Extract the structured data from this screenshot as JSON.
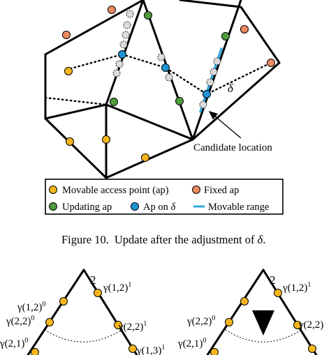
{
  "colors": {
    "movable_ap": "#f5b61b",
    "fixed_ap": "#ee8a60",
    "updating_ap": "#4f9b3e",
    "ap_on_delta": "#1f94d5",
    "movable_range": "#2ba8e0",
    "candidate": "#dcdcdc"
  },
  "labels": {
    "delta": "δ",
    "candidate_location": "Candidate location"
  },
  "legend": {
    "movable_ap": "Movable access point (ap)",
    "fixed_ap": "Fixed ap",
    "updating_ap": "Updating ap",
    "ap_on_delta_prefix": "Ap on ",
    "ap_on_delta_symbol": "δ",
    "movable_range": "Movable range"
  },
  "caption": {
    "prefix": "Figure 10.",
    "text": "Update after the adjustment of ",
    "symbol": "δ",
    "suffix": "."
  },
  "left_triangle": {
    "vertex": "2",
    "gamma_12_0": "γ(1,2)",
    "gamma_12_0_sup": "0",
    "gamma_12_1": "γ(1,2)",
    "gamma_12_1_sup": "1",
    "gamma_22_0": "γ(2,2)",
    "gamma_22_0_sup": "0",
    "gamma_22_1": "γ(2,2)",
    "gamma_22_1_sup": "1",
    "gamma_21_0": "γ(2,1)",
    "gamma_21_0_sup": "0",
    "gamma_13_1": "γ(1,3)",
    "gamma_13_1_sup": "1"
  },
  "right_triangle": {
    "vertex": "2",
    "gamma_12_1": "γ(1,2)",
    "gamma_12_1_sup": "1",
    "gamma_22_0": "γ(2,2)",
    "gamma_22_0_sup": "0",
    "gamma_22_1": "γ(2,2)",
    "gamma_22_1_sup": "",
    "gamma_21_0": "γ(2,1)",
    "gamma_21_0_sup": "0"
  }
}
